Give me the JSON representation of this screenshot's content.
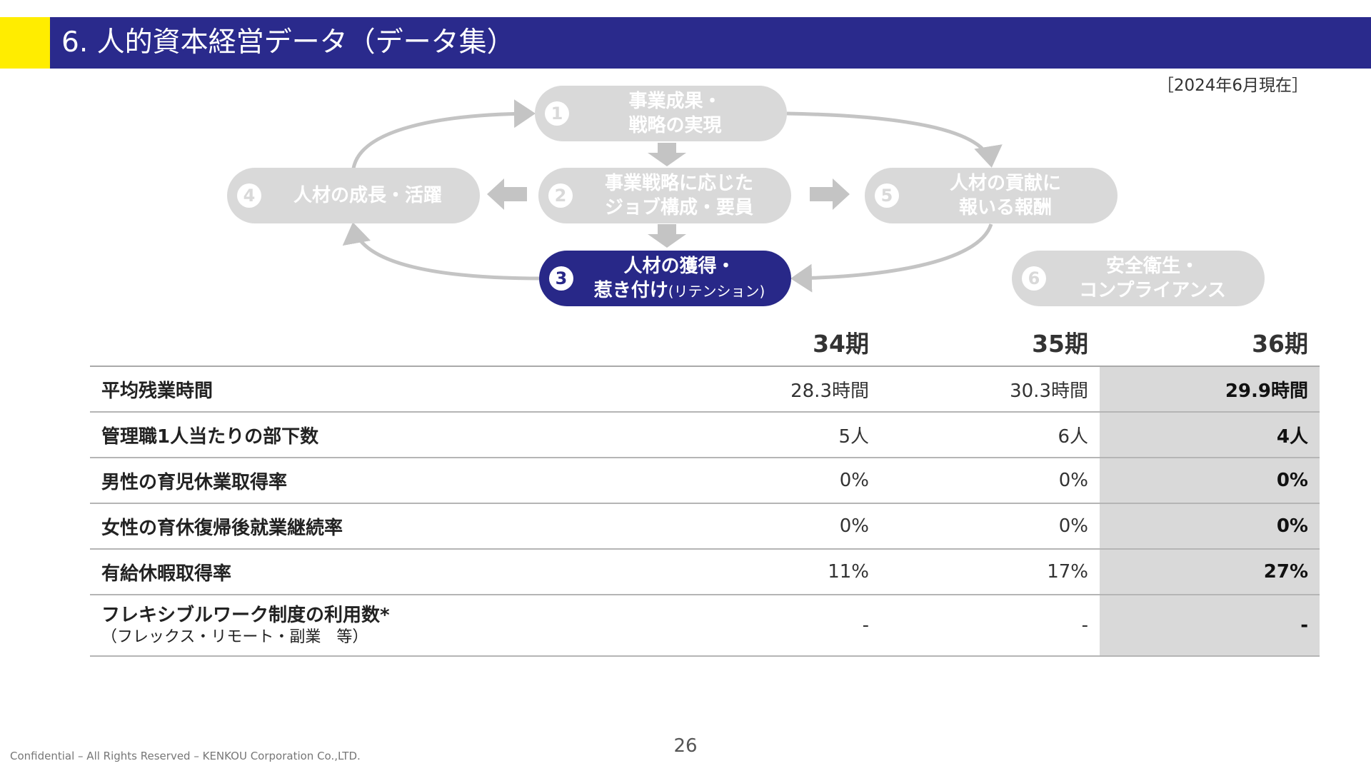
{
  "header": {
    "title": "6. 人的資本経営データ（データ集）",
    "date_stamp": "［2024年6月現在］",
    "accent_color": "#ffed00",
    "bar_color": "#2a2a8c"
  },
  "diagram": {
    "nodes": [
      {
        "num": "1",
        "line1": "事業成果・",
        "line2": "戦略の実現",
        "active": false
      },
      {
        "num": "2",
        "line1": "事業戦略に応じた",
        "line2": "ジョブ構成・要員",
        "active": false
      },
      {
        "num": "3",
        "line1": "人材の獲得・",
        "line2": "惹き付け",
        "line2_sub": "(リテンション)",
        "active": true
      },
      {
        "num": "4",
        "line1": "人材の成長・活躍",
        "active": false
      },
      {
        "num": "5",
        "line1": "人材の貢献に",
        "line2": "報いる報酬",
        "active": false
      },
      {
        "num": "6",
        "line1": "安全衛生・",
        "line2": "コンプライアンス",
        "active": false
      }
    ],
    "inactive_color": "#d9d9d9",
    "active_color": "#282888"
  },
  "table": {
    "columns": [
      "34期",
      "35期",
      "36期"
    ],
    "rows": [
      {
        "label": "平均残業時間",
        "values": [
          "28.3時間",
          "30.3時間",
          "29.9時間"
        ]
      },
      {
        "label": "管理職1人当たりの部下数",
        "values": [
          "5人",
          "6人",
          "4人"
        ]
      },
      {
        "label": "男性の育児休業取得率",
        "values": [
          "0%",
          "0%",
          "0%"
        ]
      },
      {
        "label": "女性の育休復帰後就業継続率",
        "values": [
          "0%",
          "0%",
          "0%"
        ]
      },
      {
        "label": "有給休暇取得率",
        "values": [
          "11%",
          "17%",
          "27%"
        ]
      },
      {
        "label": "フレキシブルワーク制度の利用数*",
        "note": "（フレックス・リモート・副業　等）",
        "values": [
          "-",
          "-",
          "-"
        ]
      }
    ],
    "highlight_color": "#d9d9d9"
  },
  "footer": {
    "page_number": "26",
    "confidential": "Confidential – All Rights Reserved – KENKOU Corporation Co.,LTD."
  }
}
